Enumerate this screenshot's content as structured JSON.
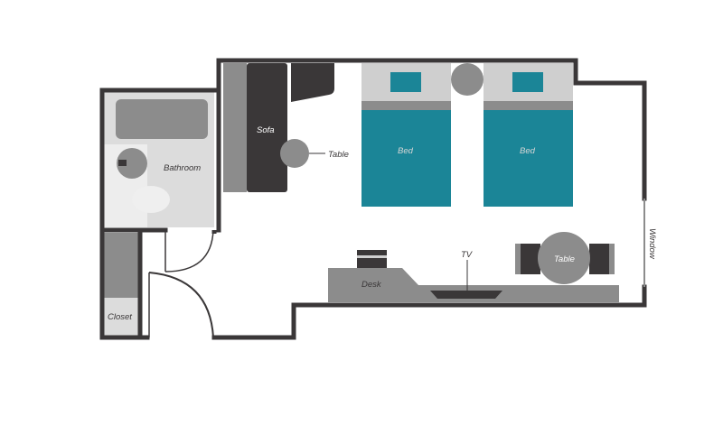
{
  "labels": {
    "sofa": "Sofa",
    "side_table": "Table",
    "bed_left": "Bed",
    "bed_right": "Bed",
    "bathroom": "Bathroom",
    "window": "Window",
    "tv": "TV",
    "desk": "Desk",
    "dining_table": "Table",
    "closet": "Closet"
  },
  "colors": {
    "wall": "#3a3738",
    "furniture_gray": "#8c8c8c",
    "furniture_dark": "#3a3738",
    "light_gray": "#cfcfcf",
    "bed_teal": "#1b8597",
    "floor": "#ffffff"
  }
}
